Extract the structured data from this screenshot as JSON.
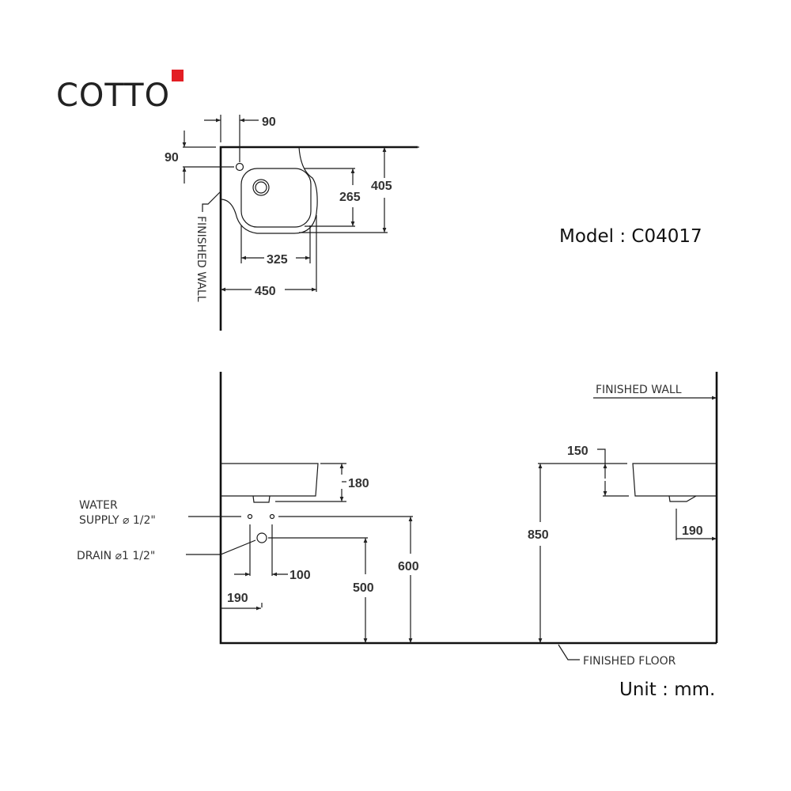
{
  "brand": {
    "name": "COTTO",
    "accent_color": "#e31e24"
  },
  "model_label": "Model : C04017",
  "unit_label": "Unit : mm.",
  "plan_view": {
    "dims": {
      "tap_offset_x": "90",
      "tap_offset_y": "90",
      "bowl_depth": "265",
      "overall_depth": "405",
      "bowl_width": "325",
      "overall_width": "450"
    },
    "wall_label": "FINISHED WALL"
  },
  "front_elevation": {
    "basin_height": "180",
    "water_supply_line1": "WATER",
    "water_supply_line2": "SUPPLY ⌀ 1/2\"",
    "drain_label": "DRAIN ⌀1 1/2\"",
    "supply_spacing": "100",
    "wall_to_supply": "190",
    "drain_height": "500",
    "supply_height": "600"
  },
  "side_elevation": {
    "wall_label": "FINISHED WALL",
    "rim_height": "850",
    "basin_height": "150",
    "drain_from_wall": "190",
    "floor_label": "FINISHED FLOOR"
  }
}
